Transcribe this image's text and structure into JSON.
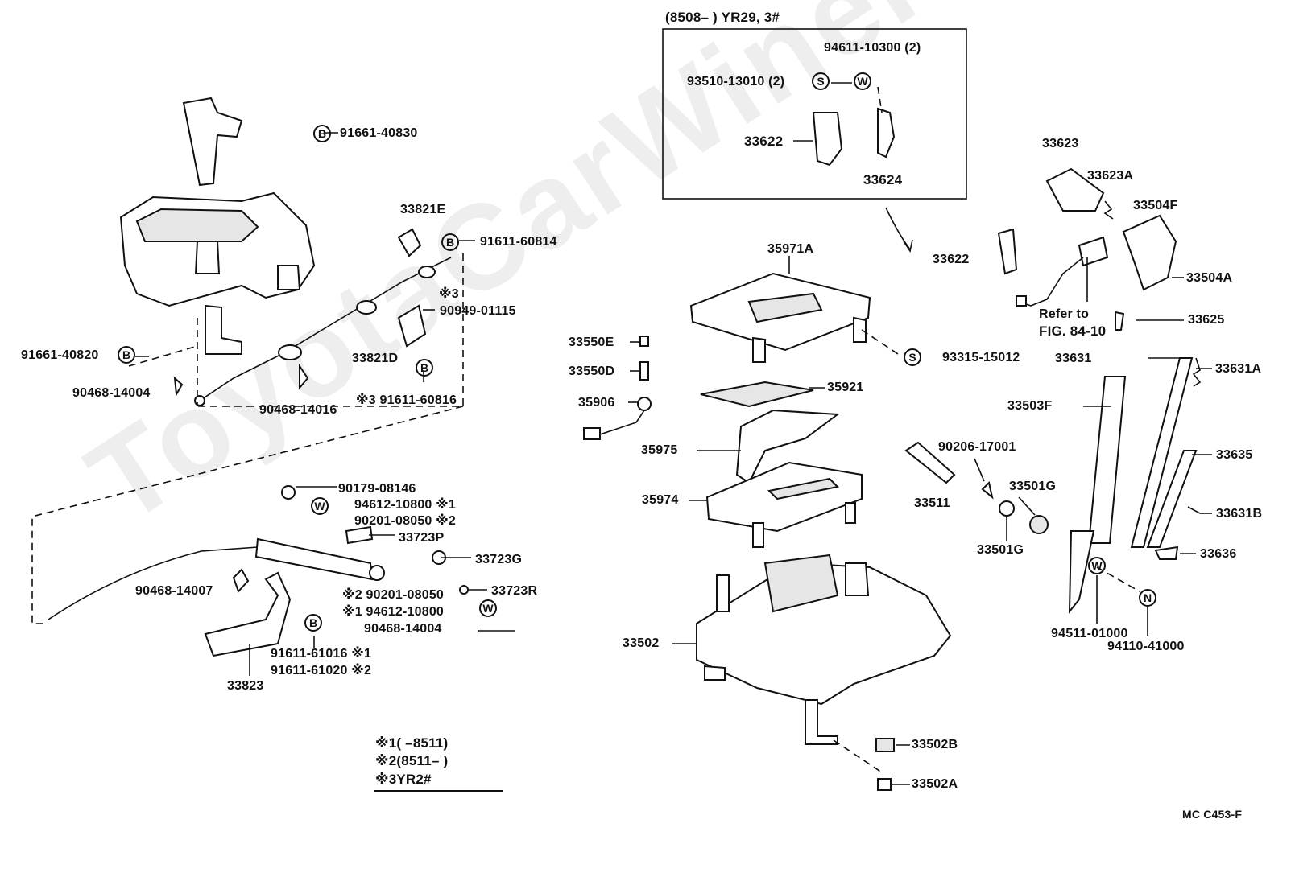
{
  "watermark": "ToyotaCarWiner.ru",
  "header_note": "(8508–          ) YR29, 3#",
  "figure_code": "MC  C453-F",
  "legend": {
    "l1": "※1(        –8511)",
    "l2": "※2(8511–         )",
    "l3": "※3YR2#"
  },
  "callouts": {
    "p91661_40830": "91661-40830",
    "p33821E": "33821E",
    "p91611_60814": "91611-60814",
    "p3_mark_a": "※3",
    "p90949_01115": "90949-01115",
    "p33821D": "33821D",
    "p91661_40820": "91661-40820",
    "p90468_14004a": "90468-14004",
    "p90468_14016": "90468-14016",
    "p91611_60816": "※3 91611-60816",
    "p90179_08146": "90179-08146",
    "p94612_10800a": "94612-10800 ※1",
    "p90201_08050a": "90201-08050 ※2",
    "p33723P": "33723P",
    "p33723G": "33723G",
    "p90468_14007": "90468-14007",
    "p90201_08050b": "※2 90201-08050",
    "p33723R": "33723R",
    "p94612_10800b": "※1 94612-10800",
    "p90468_14004b": "90468-14004",
    "p91611_61016": "91611-61016 ※1",
    "p91611_61020": "91611-61020 ※2",
    "p33823": "33823",
    "p94611_10300": "94611-10300 (2)",
    "p93510_13010": "93510-13010 (2)",
    "p33622_box": "33622",
    "p33624": "33624",
    "p35971A": "35971A",
    "p93315_15012": "93315-15012",
    "p33550E": "33550E",
    "p33550D": "33550D",
    "p35906": "35906",
    "p35921": "35921",
    "p35975": "35975",
    "p35974": "35974",
    "p33502": "33502",
    "p33502B": "33502B",
    "p33502A": "33502A",
    "p90206_17001": "90206-17001",
    "p33511": "33511",
    "p33501G_a": "33501G",
    "p33501G_b": "33501G",
    "p33623": "33623",
    "p33623A": "33623A",
    "p33504F": "33504F",
    "p33622": "33622",
    "p33504A": "33504A",
    "refer_to": "Refer to",
    "fig_ref": "FIG. 84-10",
    "p33625": "33625",
    "p33631": "33631",
    "p33631A": "33631A",
    "p33503F": "33503F",
    "p33635": "33635",
    "p33631B": "33631B",
    "p33636": "33636",
    "p94511_01000": "94511-01000",
    "p94110_41000": "94110-41000"
  },
  "symbols": {
    "B": "B",
    "S": "S",
    "W": "W",
    "N": "N"
  }
}
